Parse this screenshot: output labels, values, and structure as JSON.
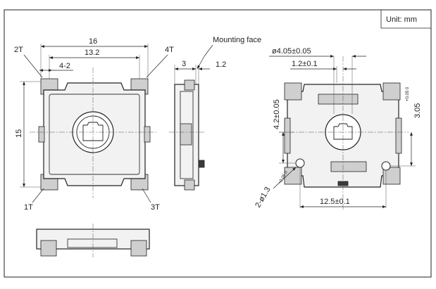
{
  "unit_label": "Unit: mm",
  "labels": {
    "mounting_face": "Mounting face",
    "term_2t": "2T",
    "term_4t": "4T",
    "term_1t": "1T",
    "term_3t": "3T"
  },
  "dimensions": {
    "width_16": "16",
    "width_13_2": "13.2",
    "pitch_4_2": "4-2",
    "height_15": "15",
    "side_3": "3",
    "side_1_2": "1.2",
    "dia_4_05": "ø4.05±0.05",
    "offset_1_2": "1.2±0.1",
    "height_4_2": "4.2±0.05",
    "height_3_05_base": "3.05",
    "height_3_05_tol": "+0.05 0",
    "holes_base": "2-ø1.3",
    "holes_tol": "+0.05 0",
    "pitch_12_5": "12.5±0.1"
  }
}
